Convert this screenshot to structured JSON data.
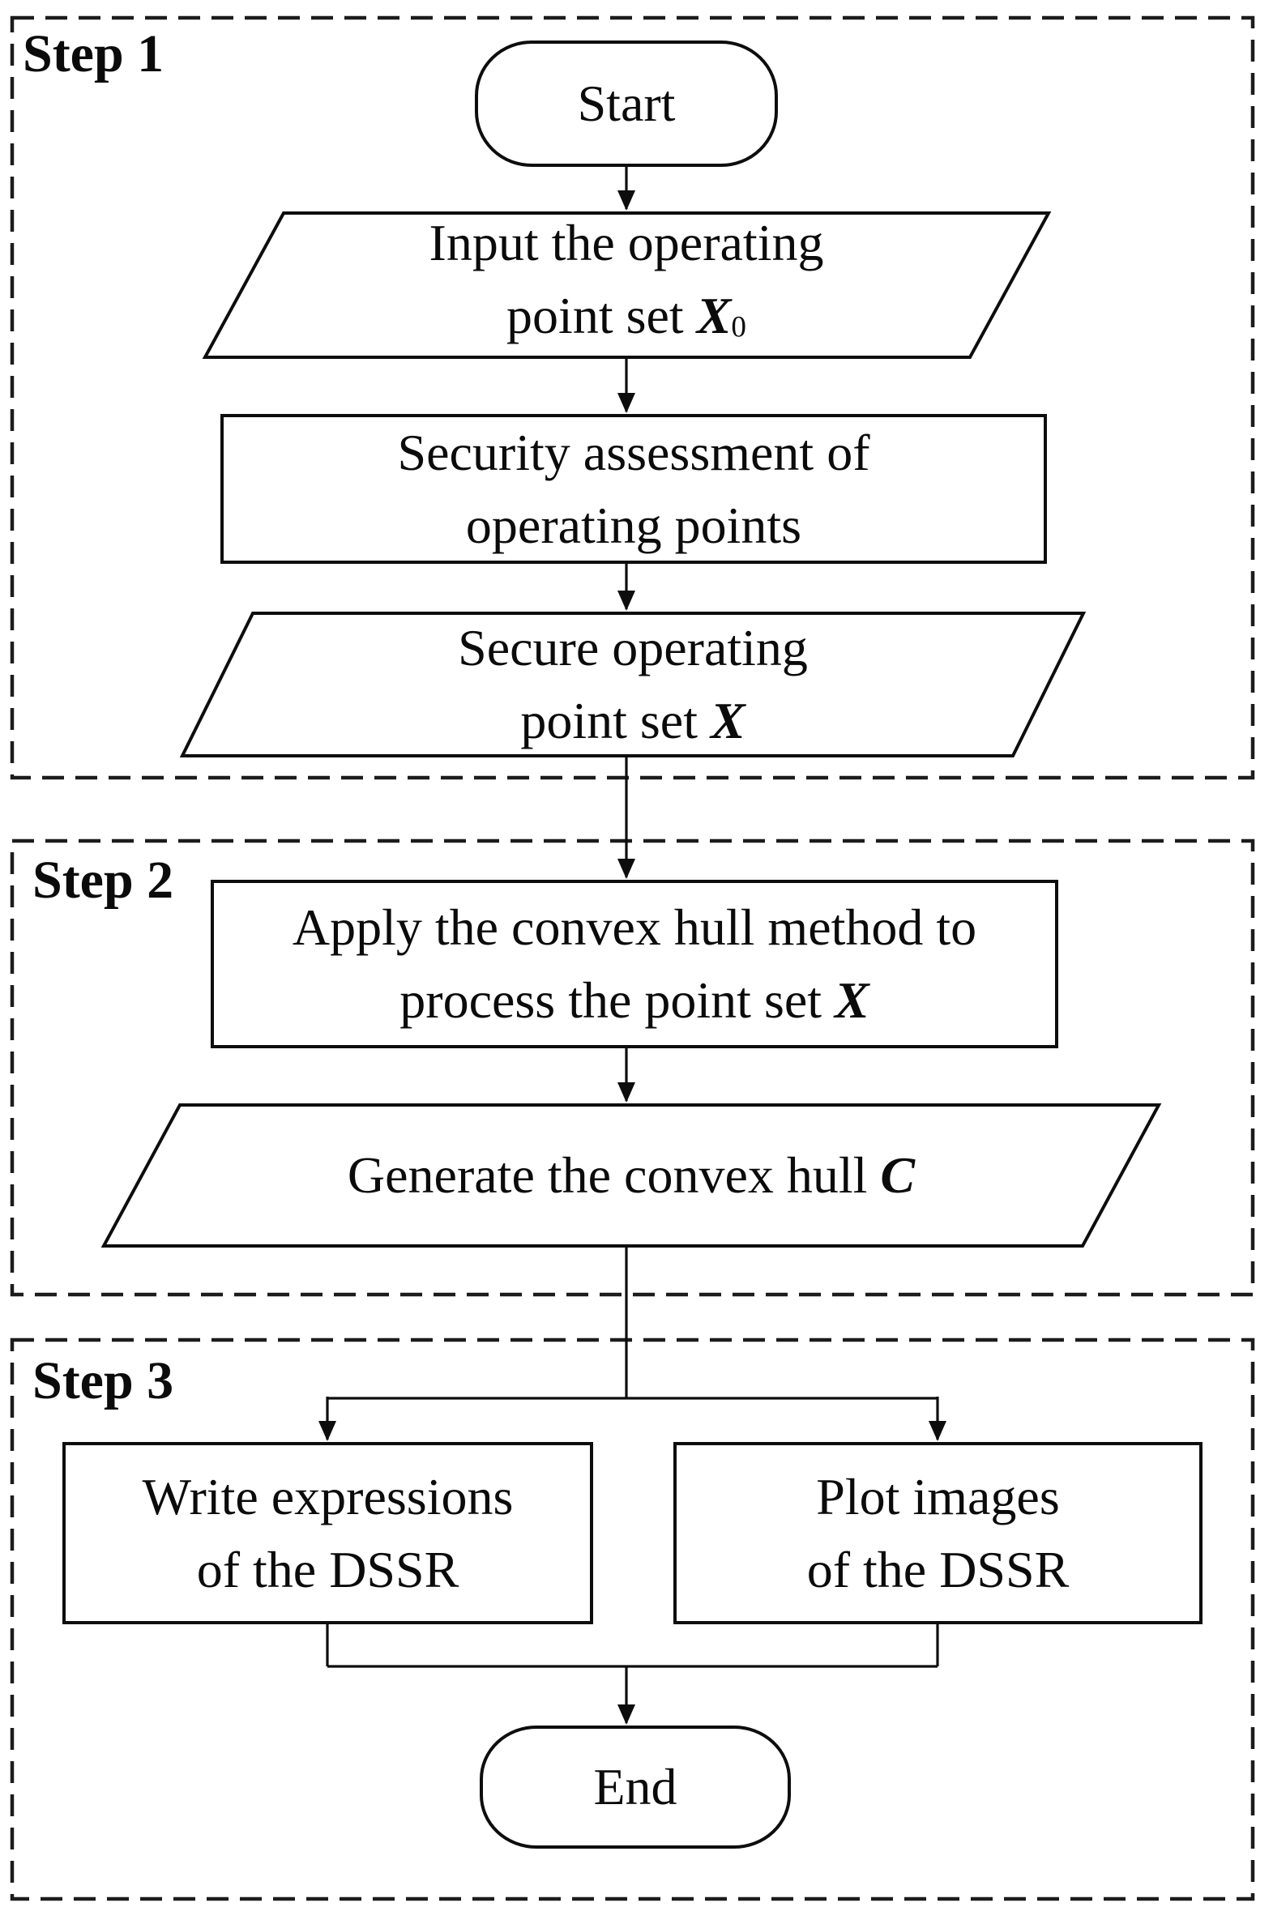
{
  "diagram": {
    "type": "flowchart",
    "colors": {
      "ink": "#0d0d0d",
      "paper": "#ffffff"
    },
    "steps": [
      {
        "label": "Step 1"
      },
      {
        "label": "Step 2"
      },
      {
        "label": "Step 3"
      }
    ],
    "nodes": {
      "start": {
        "label": "Start"
      },
      "input_points": {
        "line1": "Input the operating",
        "line2_prefix": "point set ",
        "variable": "X",
        "subscript": "0"
      },
      "security_assessment": {
        "line1": "Security assessment of",
        "line2": "operating points"
      },
      "secure_points": {
        "line1": "Secure operating",
        "line2_prefix": "point set ",
        "variable": "X"
      },
      "convex_hull_method": {
        "line1": "Apply the convex hull method to",
        "line2_prefix": "process the point set ",
        "variable": "X"
      },
      "generate_hull": {
        "line_prefix": "Generate the convex hull ",
        "variable": "C"
      },
      "write_expressions": {
        "line1": "Write expressions",
        "line2": "of the DSSR"
      },
      "plot_images": {
        "line1": "Plot images",
        "line2": "of the DSSR"
      },
      "end": {
        "label": "End"
      }
    }
  }
}
